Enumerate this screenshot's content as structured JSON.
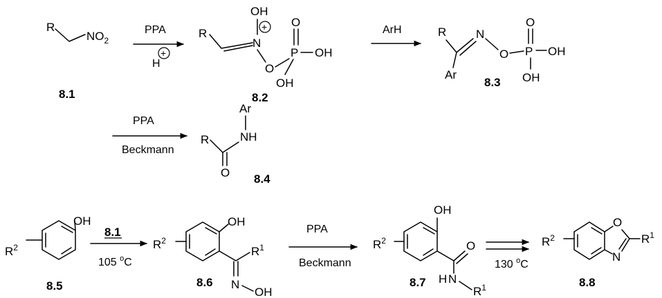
{
  "compounds": {
    "c81": {
      "number": "8.1",
      "r": "R",
      "no2": "NO",
      "no2_sub": "2"
    },
    "c82": {
      "number": "8.2",
      "r": "R",
      "n": "N",
      "plus": "+",
      "oh": "OH",
      "o": "O",
      "o_double": "O",
      "p": "P",
      "p_oh": "OH",
      "p_oh_bottom": "OH"
    },
    "c83": {
      "number": "8.3",
      "r": "R",
      "ar": "Ar",
      "n": "N",
      "o": "O",
      "o_double": "O",
      "p": "P",
      "p_oh": "OH",
      "p_oh_bottom": "OH"
    },
    "c84": {
      "number": "8.4",
      "r": "R",
      "ar": "Ar",
      "nh": "NH",
      "o": "O"
    },
    "c85": {
      "number": "8.5",
      "oh": "OH",
      "r": "R",
      "r_sup": "2"
    },
    "c86": {
      "number": "8.6",
      "oh": "OH",
      "r": "R",
      "r_sup": "2",
      "r1": "R",
      "r1_sup": "1",
      "n": "N",
      "n_oh": "OH"
    },
    "c87": {
      "number": "8.7",
      "oh": "OH",
      "r": "R",
      "r_sup": "2",
      "o": "O",
      "hn": "H",
      "n": "N",
      "r1": "R",
      "r1_sup": "1"
    },
    "c88": {
      "number": "8.8",
      "r": "R",
      "r_sup": "2",
      "o": "O",
      "n": "N",
      "r1": "R",
      "r1_sup": "1"
    }
  },
  "arrows": {
    "a1": {
      "top": "PPA",
      "bottom": "H",
      "bottom_plus": "+"
    },
    "a2": {
      "top": "ArH"
    },
    "a3": {
      "top": "PPA",
      "bottom": "Beckmann"
    },
    "a4": {
      "top": "8.1",
      "bottom": "105 ",
      "bottom_sup": "o",
      "bottom_unit": "C"
    },
    "a5": {
      "top": "PPA",
      "bottom": "Beckmann"
    },
    "a6": {
      "bottom": "130 ",
      "bottom_sup": "o",
      "bottom_unit": "C"
    }
  }
}
